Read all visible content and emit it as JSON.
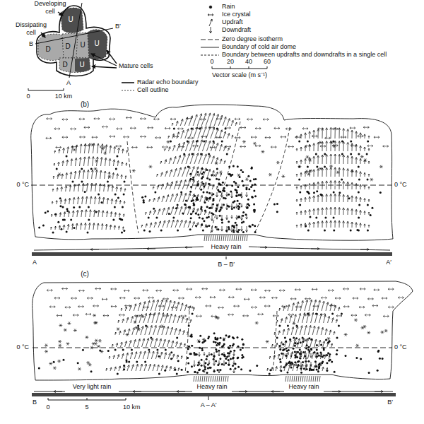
{
  "diagram": {
    "labels": [
      "Developing cell",
      "Dissipating cell",
      "Mature cells",
      "U",
      "D",
      "D",
      "U",
      "U",
      "D",
      "U",
      "B",
      "B′",
      "A",
      "0",
      "10 km",
      "0",
      "20",
      "40",
      "60",
      "Vector scale (m s⁻¹)",
      "(b)",
      "0 °C",
      "0 °C",
      "Heavy rain",
      "A",
      "B – B′",
      "A′",
      "(c)",
      "0 °C",
      "0 °C",
      "Very light rain",
      "Heavy rain",
      "Heavy rain",
      "B",
      "0",
      "5",
      "10 km",
      "A – A′",
      "B′"
    ],
    "legend": [
      {
        "text": "Rain"
      },
      {
        "text": "Ice crystal"
      },
      {
        "text": "Updraft"
      },
      {
        "text": "Downdraft"
      },
      {
        "text": "Zero degree isotherm"
      },
      {
        "text": "Boundary of cold air dome"
      },
      {
        "text": "Boundary between updrafts and downdrafts in a single cell"
      },
      {
        "text": "Radar echo boundary"
      },
      {
        "text": "Cell outline"
      }
    ]
  }
}
